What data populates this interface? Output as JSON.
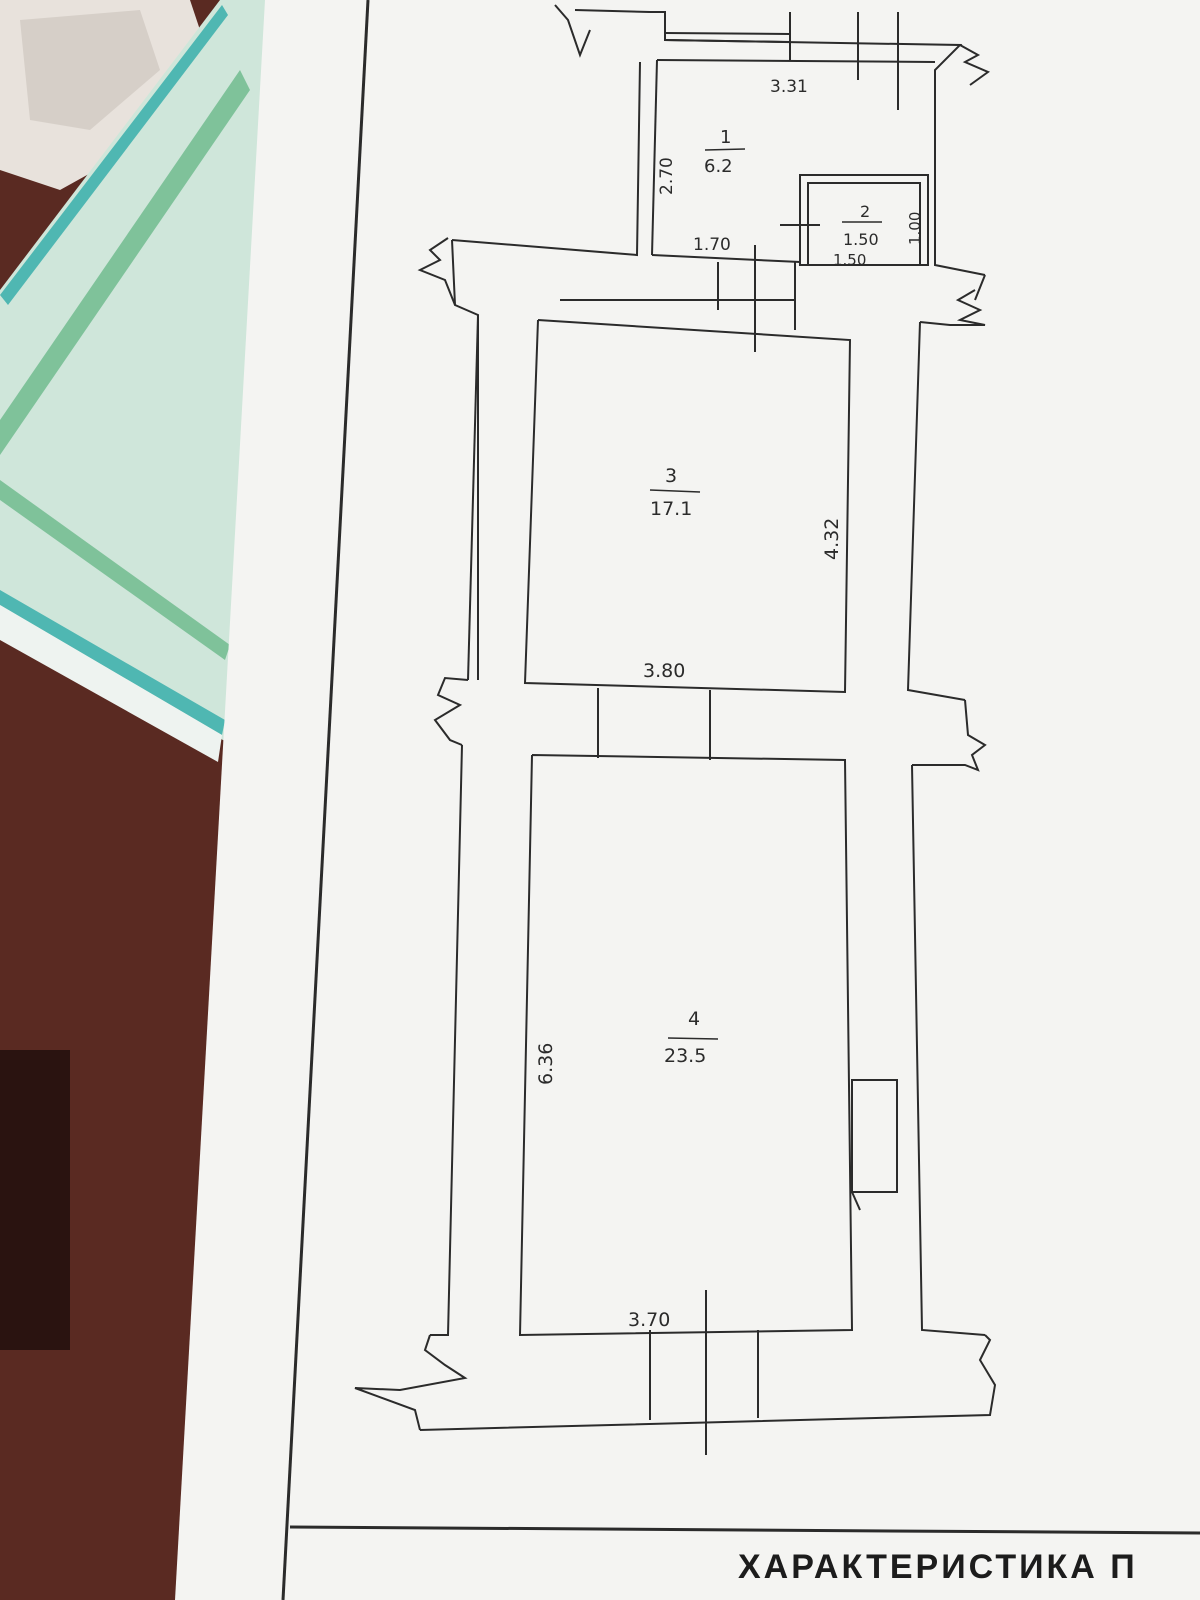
{
  "colors": {
    "table": "#5a2a22",
    "paper": "#f4f4f2",
    "ink": "#2b2b2b",
    "under_sheet": "#cfe6da",
    "under_sheet_border": "#4fb7b2",
    "under_sheet_green": "#7fc29a"
  },
  "rooms": [
    {
      "number": "1",
      "area": "6.2"
    },
    {
      "number": "2",
      "area": "1.50"
    },
    {
      "number": "3",
      "area": "17.1"
    },
    {
      "number": "4",
      "area": "23.5"
    }
  ],
  "dimensions": {
    "room1_width": "3.31",
    "room1_height": "2.70",
    "room1_bottom": "1.70",
    "room2_height": "1.00",
    "room2_bottom": "1.50",
    "room3_height": "4.32",
    "room3_width": "3.80",
    "room4_height": "6.36",
    "room4_width": "3.70"
  },
  "footer": {
    "title": "ХАРАКТЕРИСТИКА П"
  }
}
